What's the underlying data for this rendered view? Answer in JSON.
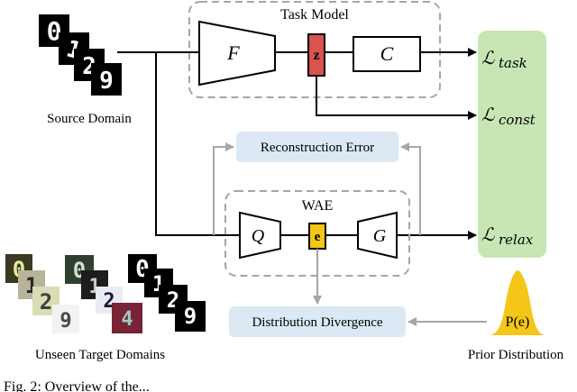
{
  "figure": {
    "task_model_label": "Task Model",
    "wae_label": "WAE",
    "source_label": "Source Domain",
    "target_label": "Unseen Target Domains",
    "prior_label": "Prior Distribution",
    "recon_label": "Reconstruction Error",
    "divergence_label": "Distribution Divergence",
    "caption": "Fig. 2: Overview of the..."
  },
  "modules": {
    "F": "F",
    "C": "C",
    "z": "z",
    "Q": "Q",
    "e": "e",
    "G": "G",
    "prior_symbol": "P(e)"
  },
  "losses": {
    "task": "task",
    "const": "const",
    "relax": "relax"
  },
  "digits": {
    "source": [
      "0",
      "1",
      "2",
      "9"
    ],
    "target_a": [
      "0",
      "1",
      "2",
      "9"
    ],
    "target_b": [
      "0",
      "1",
      "2",
      "4"
    ],
    "target_c": [
      "0",
      "1",
      "2",
      "9"
    ]
  },
  "colors": {
    "z_fill": "#d9534f",
    "e_fill": "#f5c518",
    "loss_panel": "#c8e6b4",
    "label_box": "#dce9f5",
    "prior_fill": "#f5c518",
    "gray_arrow": "#a6a6a6",
    "dashed": "#a6a6a6"
  }
}
